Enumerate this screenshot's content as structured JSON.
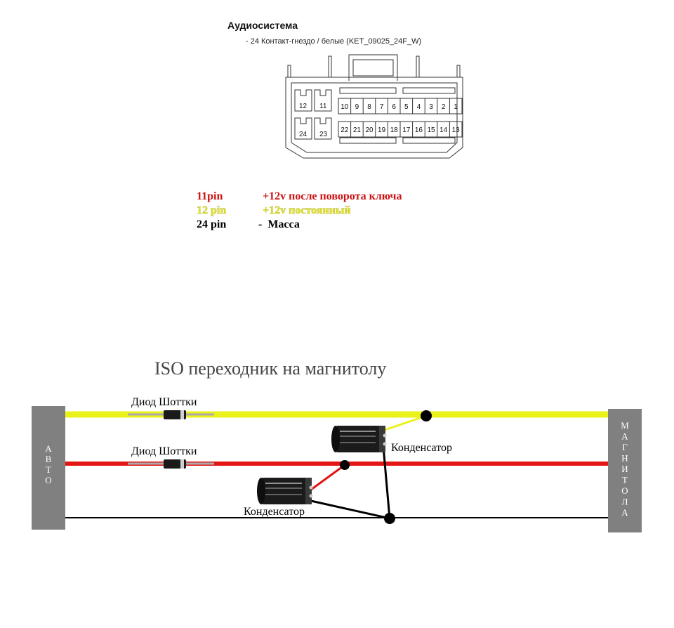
{
  "connector": {
    "title": "Аудиосистема",
    "subtitle": "- 24 Контакт-гнездо / белые (KET_09025_24F_W)",
    "top_row_pins": [
      "10",
      "9",
      "8",
      "7",
      "6",
      "5",
      "4",
      "3",
      "2",
      "1"
    ],
    "bottom_row_pins": [
      "22",
      "21",
      "20",
      "19",
      "18",
      "17",
      "16",
      "15",
      "14",
      "13"
    ],
    "left_top_pins": [
      "12",
      "11"
    ],
    "left_bottom_pins": [
      "24",
      "23"
    ]
  },
  "legend": [
    {
      "pin": "11pin",
      "desc": "+12v после поворота ключа",
      "color": "#cc1111"
    },
    {
      "pin": "12 pin",
      "desc": "+12v постоянный",
      "color": "#e6e619"
    },
    {
      "pin": "24 pin",
      "desc": "-  Масса",
      "color": "#000000"
    }
  ],
  "schematic": {
    "title": "ISO переходник на магнитолу",
    "left_block_label": "АВТО",
    "right_block_label": "МАГНИТОЛА",
    "diode_top_label": "Диод Шоттки",
    "diode_mid_label": "Диод Шоттки",
    "cap_right_label": "Конденсатор",
    "cap_left_label": "Конденсатор",
    "wire_colors": {
      "yellow": "#eaf21c",
      "red": "#e31515",
      "black": "#000000",
      "block": "#808080"
    }
  }
}
